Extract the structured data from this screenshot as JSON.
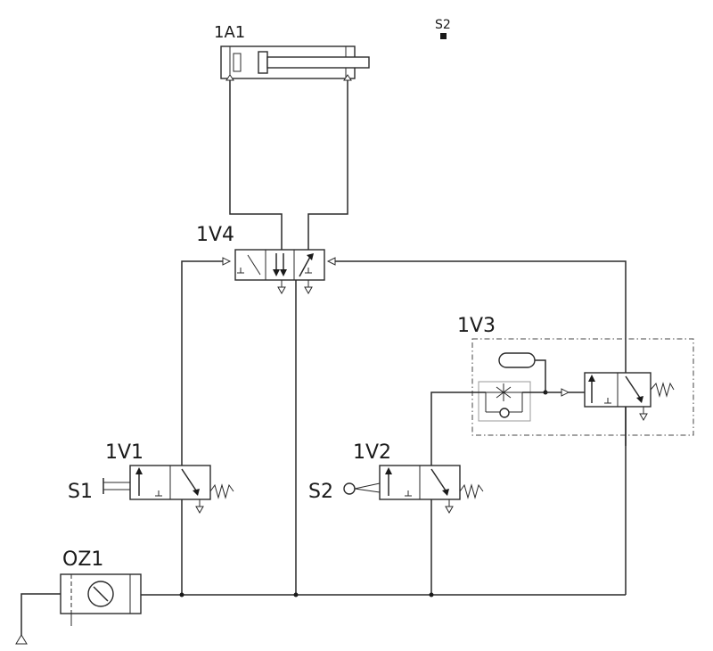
{
  "labels": {
    "cylinder": "1A1",
    "sensor_marker": "S2",
    "valve_main": "1V4",
    "valve_1": "1V1",
    "valve_2": "1V2",
    "valve_3": "1V3",
    "service_unit": "OZ1",
    "actuator_1": "S1",
    "actuator_2": "S2"
  },
  "colors": {
    "line": "#2a2a2a",
    "background": "#ffffff"
  },
  "icons": [
    "cylinder-symbol",
    "directional-valve-symbol",
    "pushbutton-symbol",
    "roller-lever-symbol",
    "spring-symbol",
    "throttle-check-valve-symbol",
    "reservoir-symbol",
    "filter-regulator-symbol",
    "pressure-source-symbol",
    "exhaust-symbol"
  ]
}
